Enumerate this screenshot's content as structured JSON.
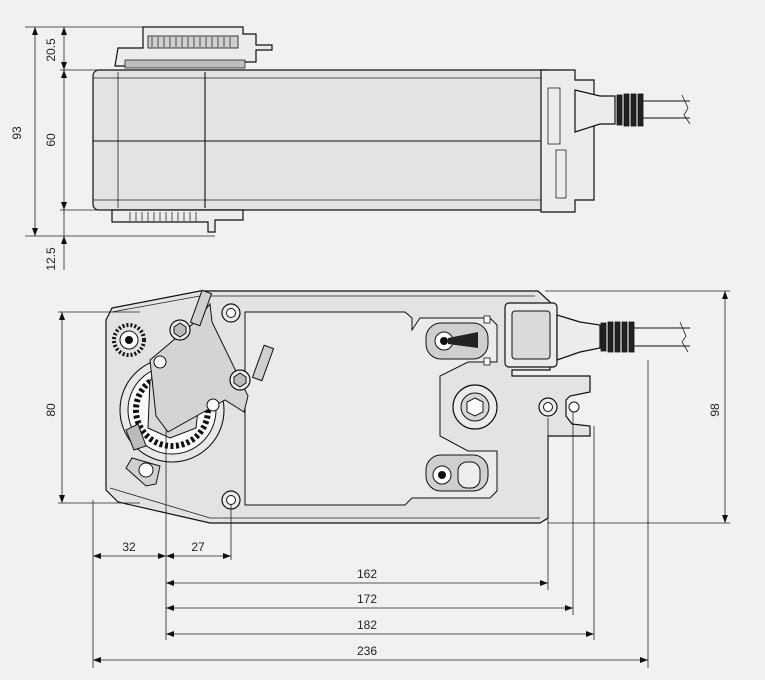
{
  "dimensions": {
    "top_view": {
      "height_total": "93",
      "upper_part": "20.5",
      "body": "60",
      "lower_part": "12.5"
    },
    "plan_view": {
      "left_height": "80",
      "right_height": "98",
      "left_offset": "32",
      "hole_offset": "27",
      "len_162": "162",
      "len_172": "172",
      "len_182": "182",
      "len_236": "236"
    }
  },
  "colors": {
    "background": "#f1f1f1",
    "outline": "#111111",
    "body_fill": "#e3e3e3"
  }
}
